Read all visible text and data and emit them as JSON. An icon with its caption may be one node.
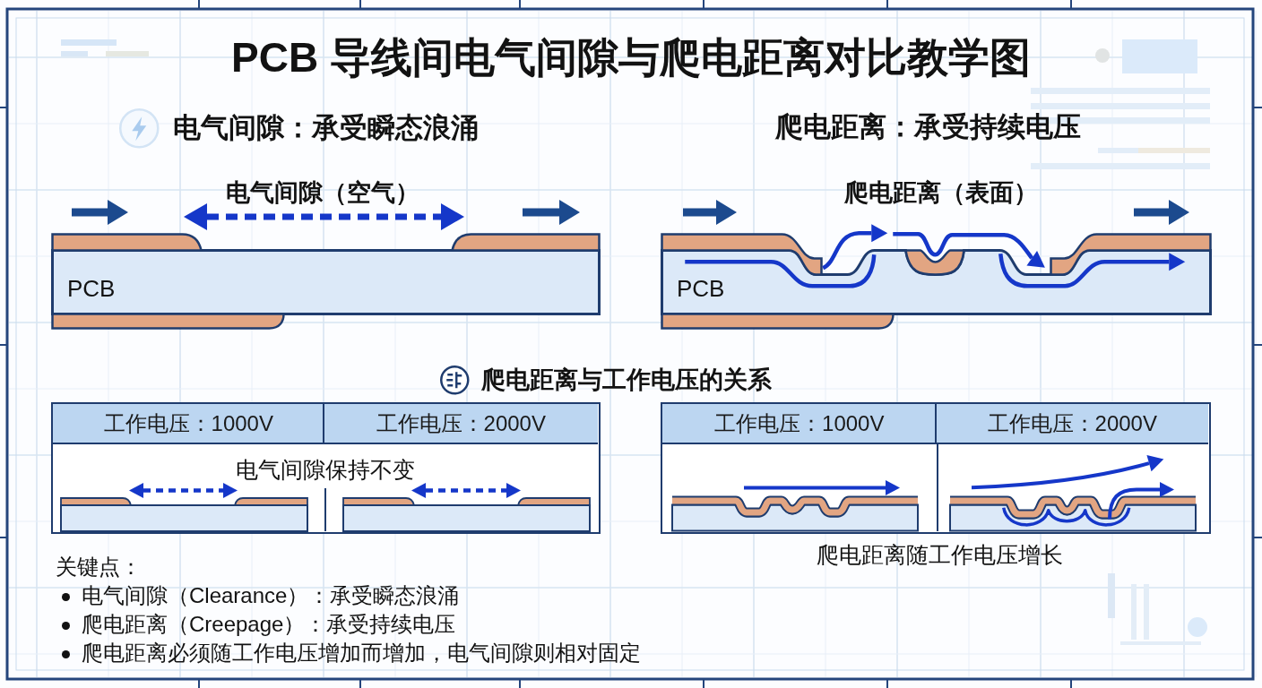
{
  "diagram": {
    "title": "PCB 导线间电气间隙与爬电距离对比教学图",
    "nodes": [
      {
        "text": [
          "PCB"
        ]
      },
      {
        "text": [
          "PCB"
        ]
      },
      {
        "text": [
          "工作电压：1000V",
          "工作电压：2000V",
          "电气间隙保持不变"
        ]
      },
      {
        "text": [
          "工作电压：1000V",
          "工作电压：2000V"
        ],
        "beside": [
          "爬电距离随工作电压增长"
        ]
      }
    ],
    "labels": [
      "电气间隙：承受瞬态浪涌",
      "爬电距离：承受持续电压",
      "电气间隙（空气）",
      "爬电距离（表面）",
      "爬电距离与工作电压的关系",
      "关键点：",
      "电气间隙（Clearance）：承受瞬态浪涌",
      "爬电距离（Creepage）：承受持续电压",
      "爬电距离必须随工作电压增加而增加，电气间隙则相对固定"
    ]
  }
}
